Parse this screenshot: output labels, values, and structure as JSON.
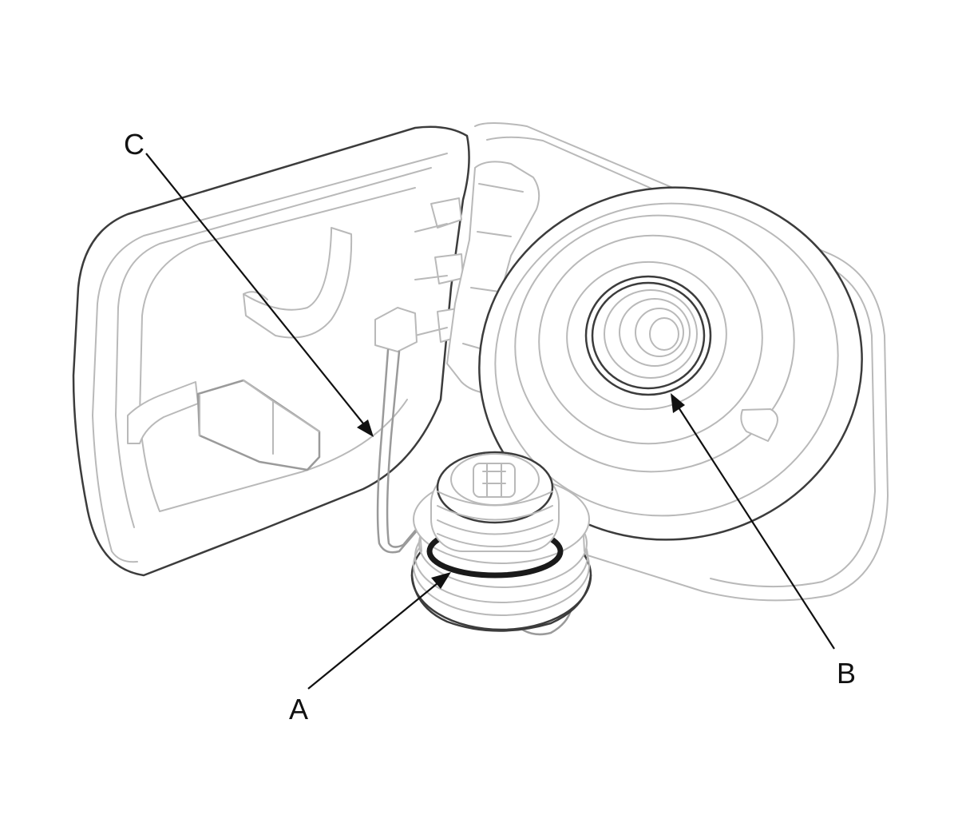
{
  "callouts": {
    "a": "A",
    "b": "B",
    "c": "C"
  },
  "colors": {
    "line_light": "#b9b9b9",
    "line_mid": "#9a9a9a",
    "line_dark": "#3c3c3c",
    "leader": "#111111",
    "background": "#ffffff"
  }
}
